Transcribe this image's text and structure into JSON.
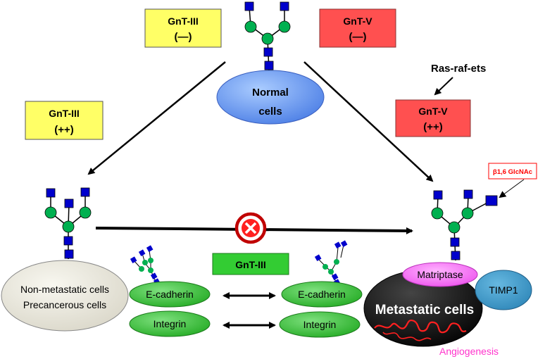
{
  "boxes": {
    "gnt3_minus": {
      "line1": "GnT-III",
      "line2": "(—)",
      "color": "#ffff66"
    },
    "gnt5_minus": {
      "line1": "GnT-V",
      "line2": "(—)",
      "color": "#ff5050"
    },
    "gnt3_plus": {
      "line1": "GnT-III",
      "line2": "(++)",
      "color": "#ffff66"
    },
    "gnt5_plus": {
      "line1": "GnT-V",
      "line2": "(++)",
      "color": "#ff5050"
    },
    "gnt3_block": {
      "label": "GnT-III",
      "color": "#33cc33"
    },
    "beta16": {
      "label": "β1,6 GlcNAc",
      "color": "#ff0000"
    }
  },
  "labels": {
    "ras_raf_ets": "Ras-raf-ets",
    "normal_cells_1": "Normal",
    "normal_cells_2": "cells",
    "non_metastatic": "Non-metastatic cells",
    "precancerous": "Precancerous cells",
    "metastatic": "Metastatic cells",
    "matriptase": "Matriptase",
    "timp1": "TIMP1",
    "angiogenesis": "Angiogenesis",
    "ecadherin_left": "E-cadherin",
    "integrin_left": "Integrin",
    "ecadherin_right": "E-cadherin",
    "integrin_right": "Integrin"
  },
  "colors": {
    "glcnac_square": "#0000cc",
    "mannose_circle": "#00b050",
    "normal_cell": "#6699ff",
    "adhesion": "#33cc33",
    "matriptase": "#ff66ff",
    "timp1": "#3399cc",
    "metastatic": "#000000",
    "non_metastatic": "#eeece1",
    "angiogenesis": "#ff33cc"
  },
  "icons": {
    "inhibition": "circle-x-icon"
  }
}
